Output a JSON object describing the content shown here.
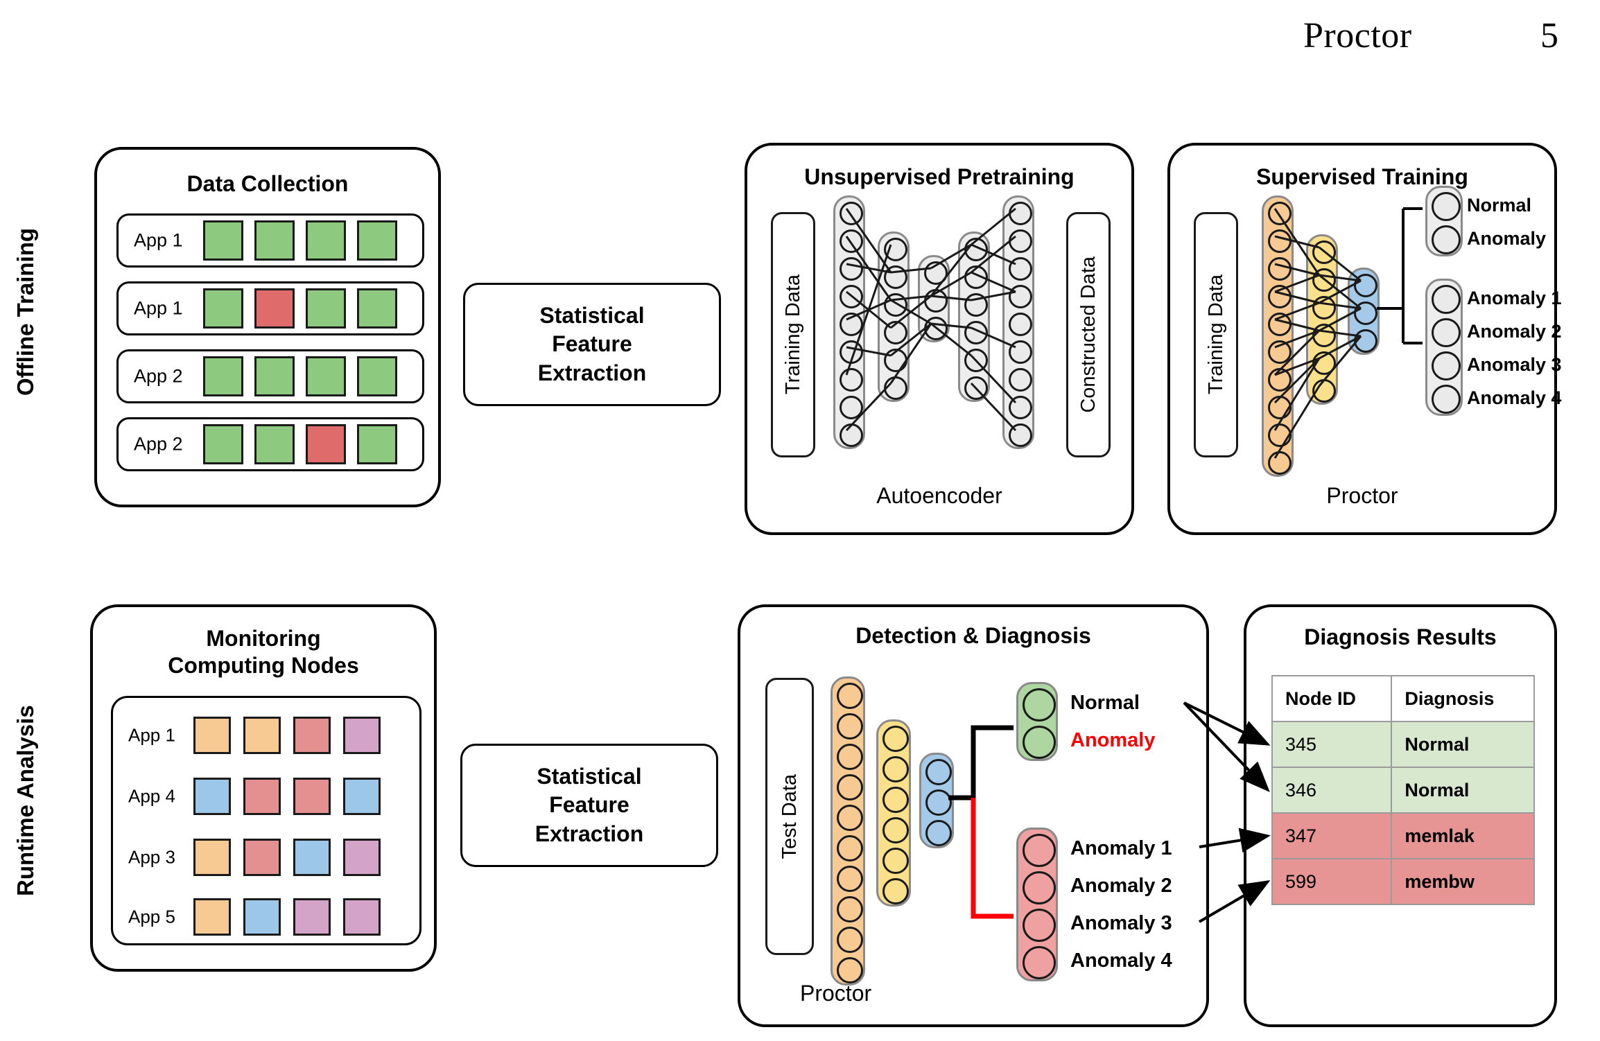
{
  "header": {
    "title": "Proctor",
    "page_number": "5"
  },
  "row_labels": {
    "offline": "Offline Training",
    "runtime": "Runtime Analysis"
  },
  "colors": {
    "green_cell": "#8DC97F",
    "red_cell": "#E06B6B",
    "orange_cell": "#F8CA93",
    "blue_cell": "#9CC7E8",
    "purple_cell": "#D3A3C8",
    "pink_cell": "#E49090",
    "cream_box": "#FCEFCD",
    "gold_box": "#F2C029",
    "grey_layer": "#EDEDED",
    "grey_node": "#EAEAEA",
    "orange_layer": "#F8CA93",
    "yellow_layer": "#FBE08C",
    "blue_layer": "#A5C9E8",
    "green_layer": "#AED6A0",
    "red_layer": "#EFA0A0",
    "table_green_row": "#D7E8CE",
    "table_red_row": "#E69494",
    "anomaly_text": "#FF0000"
  },
  "data_collection": {
    "title": "Data Collection",
    "rows": [
      {
        "label": "App 1",
        "cells": [
          "green",
          "green",
          "green",
          "green"
        ]
      },
      {
        "label": "App 1",
        "cells": [
          "green",
          "red",
          "green",
          "green"
        ]
      },
      {
        "label": "App 2",
        "cells": [
          "green",
          "green",
          "green",
          "green"
        ]
      },
      {
        "label": "App 2",
        "cells": [
          "green",
          "green",
          "red",
          "green"
        ]
      }
    ]
  },
  "feature_extraction_top": {
    "text": "Statistical\nFeature\nExtraction"
  },
  "feature_extraction_bottom": {
    "text": "Statistical\nFeature\nExtraction"
  },
  "unsupervised": {
    "title": "Unsupervised Pretraining",
    "footer": "Autoencoder",
    "input_box": "Training Data",
    "output_box": "Constructed Data",
    "layer_sizes": [
      9,
      6,
      3,
      6,
      9
    ]
  },
  "supervised": {
    "title": "Supervised Training",
    "footer": "Proctor",
    "input_box": "Training Data",
    "layer_sizes": [
      10,
      6,
      3
    ],
    "output_group_1": {
      "nodes": 2,
      "labels": [
        "Normal",
        "Anomaly"
      ]
    },
    "output_group_2": {
      "nodes": 4,
      "labels": [
        "Anomaly 1",
        "Anomaly 2",
        "Anomaly 3",
        "Anomaly 4"
      ]
    }
  },
  "monitoring": {
    "title": "Monitoring\nComputing Nodes",
    "rows": [
      {
        "label": "App 1",
        "cells": [
          "orange",
          "orange",
          "red",
          "purple"
        ]
      },
      {
        "label": "App 4",
        "cells": [
          "blue",
          "red",
          "red",
          "blue"
        ]
      },
      {
        "label": "App 3",
        "cells": [
          "orange",
          "red",
          "blue",
          "purple"
        ]
      },
      {
        "label": "App 5",
        "cells": [
          "orange",
          "blue",
          "purple",
          "purple"
        ]
      }
    ]
  },
  "detection": {
    "title": "Detection & Diagnosis",
    "footer": "Proctor",
    "input_box": "Test Data",
    "layer_sizes": [
      10,
      6,
      3
    ],
    "output_group_1": {
      "nodes": 2,
      "labels": [
        "Normal",
        "Anomaly"
      ]
    },
    "output_group_2": {
      "nodes": 4,
      "labels": [
        "Anomaly 1",
        "Anomaly 2",
        "Anomaly 3",
        "Anomaly 4"
      ]
    }
  },
  "results": {
    "title": "Diagnosis Results",
    "columns": [
      "Node ID",
      "Diagnosis"
    ],
    "rows": [
      {
        "node_id": "345",
        "diagnosis": "Normal",
        "status": "normal"
      },
      {
        "node_id": "346",
        "diagnosis": "Normal",
        "status": "normal"
      },
      {
        "node_id": "347",
        "diagnosis": "memlak",
        "status": "anomaly"
      },
      {
        "node_id": "599",
        "diagnosis": "membw",
        "status": "anomaly"
      }
    ]
  }
}
